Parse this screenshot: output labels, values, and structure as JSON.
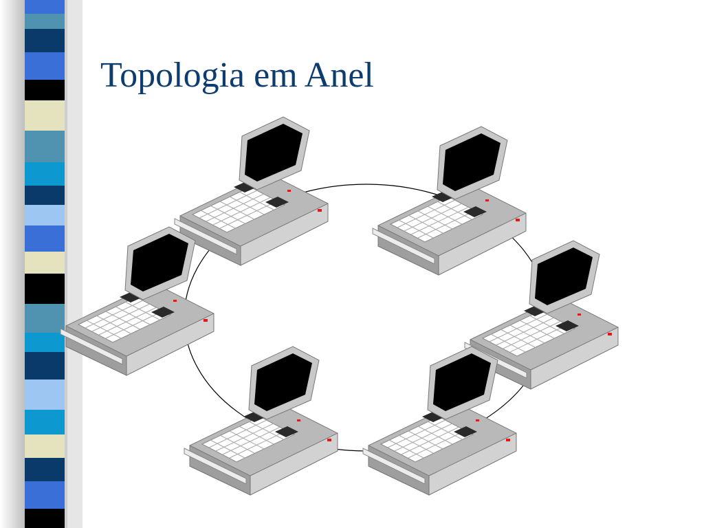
{
  "slide": {
    "title": "Topologia em Anel"
  },
  "diagram": {
    "topology": "ring",
    "node_icon": "laptop-icon",
    "node_count": 6
  },
  "colors": {
    "title": "#0d3c6e",
    "ring_line": "#000000",
    "laptop_body": "#c0c0c0",
    "laptop_screen": "#000000",
    "keyboard": "#ffffff",
    "indicator": "#e31818",
    "strip_palette": [
      "#0a3a6a",
      "#3a6fd8",
      "#0e98d0",
      "#4f93b0",
      "#9dc6f2",
      "#e4e3be",
      "#000000"
    ]
  }
}
